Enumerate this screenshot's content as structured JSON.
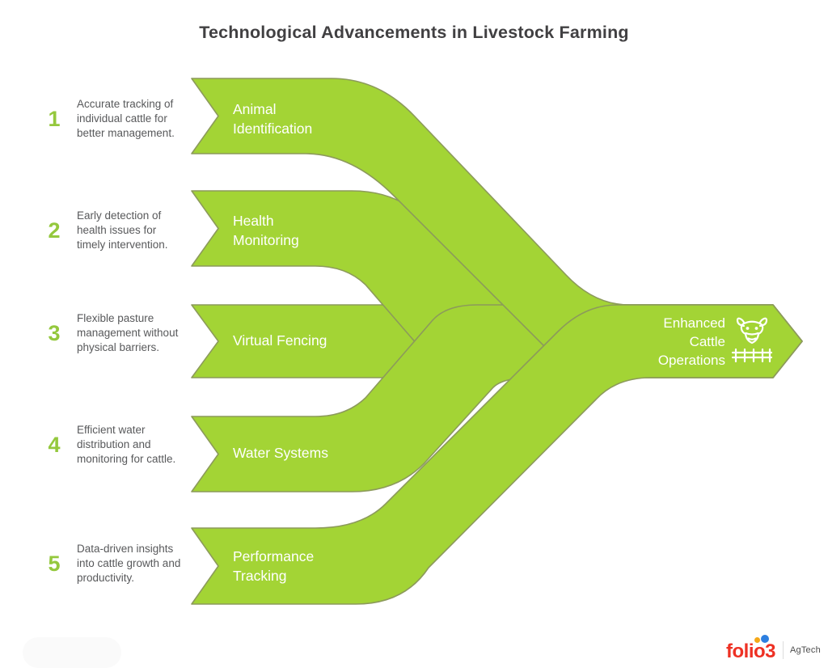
{
  "title": "Technological Advancements in Livestock Farming",
  "items": [
    {
      "number": "1",
      "description": "Accurate tracking of individual cattle for better management.",
      "label": "Animal Identification"
    },
    {
      "number": "2",
      "description": "Early detection of health issues for timely intervention.",
      "label": "Health Monitoring"
    },
    {
      "number": "3",
      "description": "Flexible pasture management without physical barriers.",
      "label": "Virtual Fencing"
    },
    {
      "number": "4",
      "description": "Efficient water distribution and monitoring for cattle.",
      "label": "Water Systems"
    },
    {
      "number": "5",
      "description": "Data-driven insights into cattle growth and productivity.",
      "label": "Performance Tracking"
    }
  ],
  "result": {
    "label": "Enhanced Cattle Operations",
    "icon": "cattle-and-fence-icon"
  },
  "footer": {
    "brand": "folio3",
    "tagline": "AgTech"
  },
  "colors": {
    "band": "#A3D435",
    "bandStroke": "#8C9A5B",
    "number": "#94C83D",
    "bodyText": "#58595B",
    "title": "#414042",
    "labelText": "#FFFFFF",
    "brandRed": "#EE3124",
    "dotYellow": "#F5A818",
    "dotBlue": "#2D7FE0"
  }
}
